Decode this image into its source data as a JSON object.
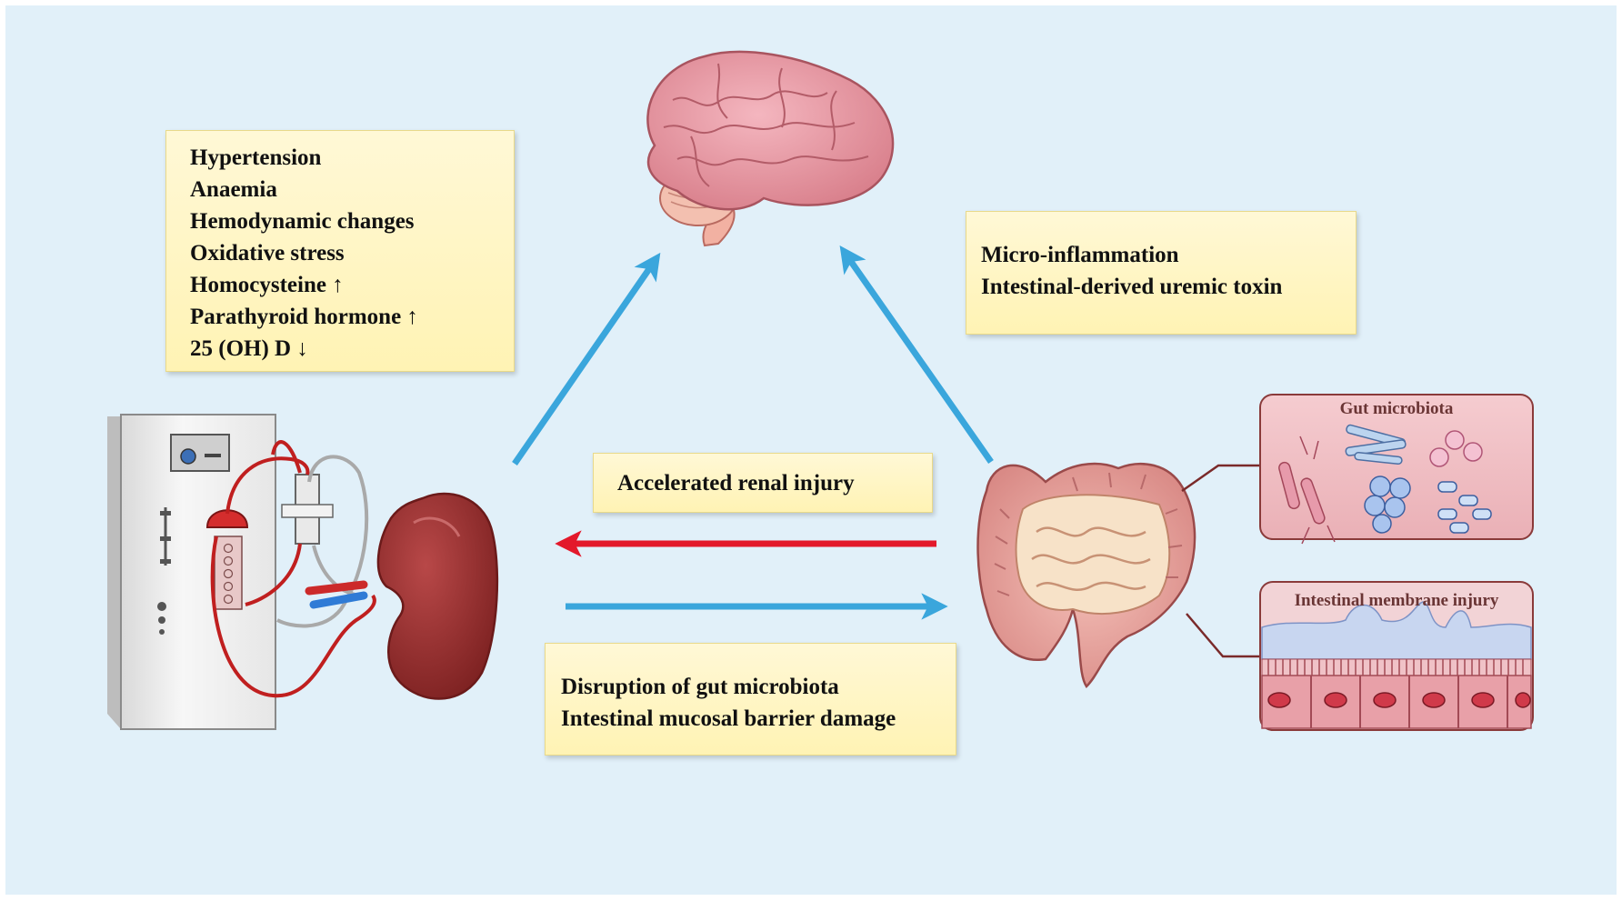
{
  "factors_box": {
    "lines": [
      "Hypertension",
      "Anaemia",
      "Hemodynamic changes",
      "Oxidative stress",
      "Homocysteine ↑",
      "Parathyroid hormone ↑",
      "25 (OH) D ↓"
    ]
  },
  "gut_brain_box": {
    "lines": [
      "Micro-inflammation",
      "Intestinal-derived uremic toxin"
    ]
  },
  "renal_box": {
    "lines": [
      "Accelerated renal injury"
    ]
  },
  "gut_box": {
    "lines": [
      "Disruption of gut microbiota",
      "Intestinal mucosal barrier damage"
    ]
  },
  "microbiota_panel": {
    "title": "Gut microbiota"
  },
  "membrane_panel": {
    "title": "Intestinal membrane injury"
  },
  "colors": {
    "background": "#e1f0f9",
    "box_fill": "#fff5c4",
    "blue_arrow": "#3aa6dc",
    "red_arrow": "#e3192b",
    "organ": "#a33a3a",
    "panel": "#f0c4c8"
  }
}
